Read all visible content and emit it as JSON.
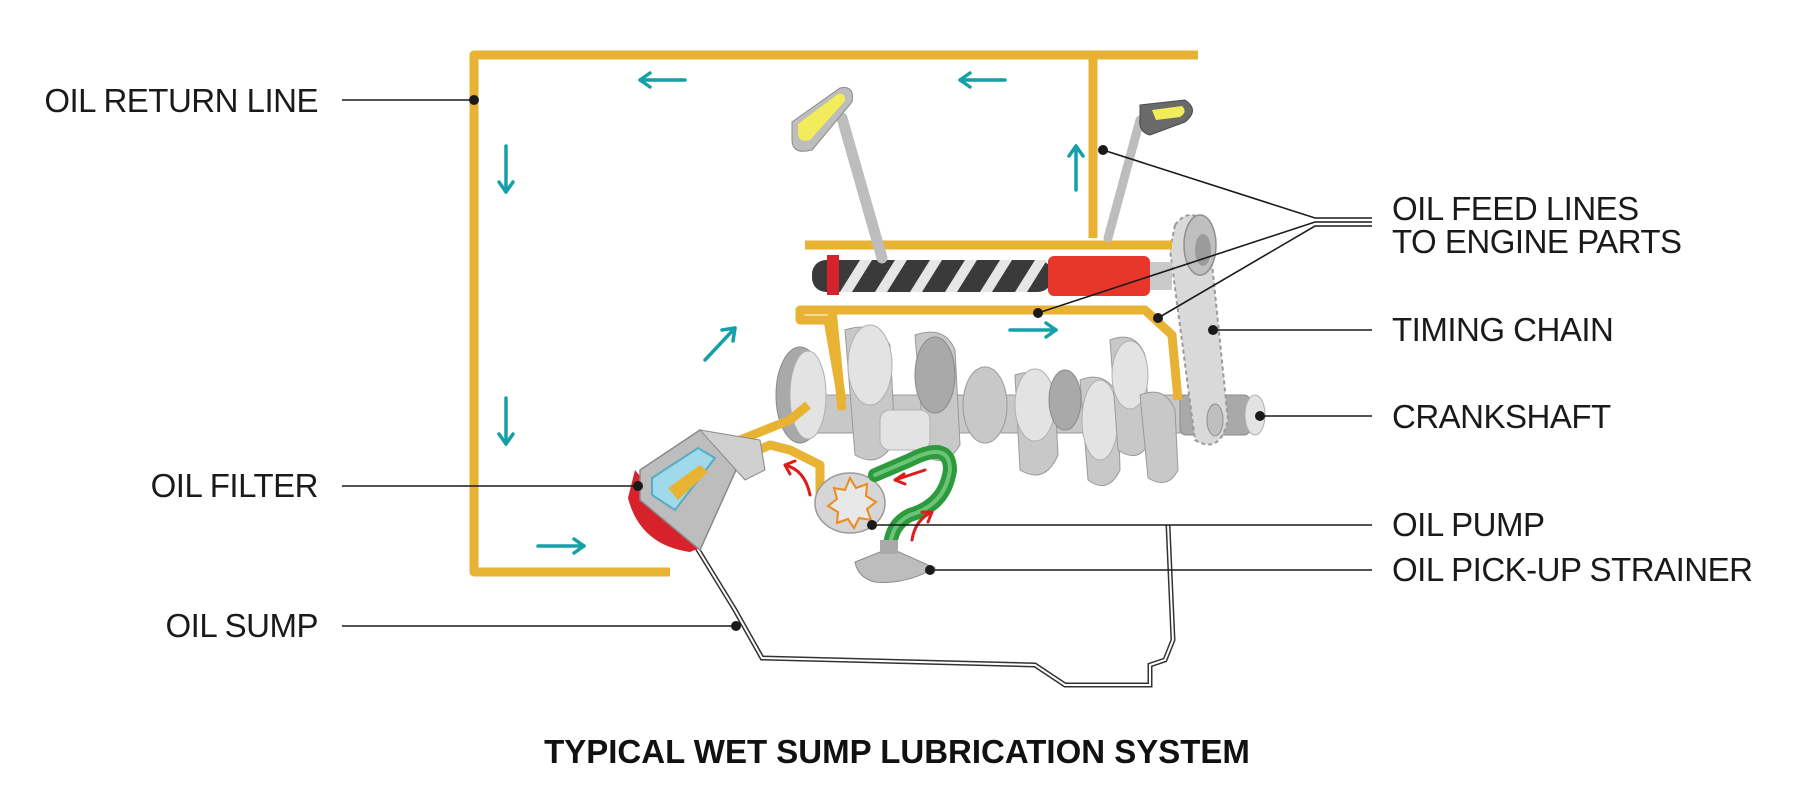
{
  "title": "TYPICAL WET SUMP LUBRICATION SYSTEM",
  "labels": {
    "oil_return_line": "OIL RETURN LINE",
    "oil_feed_lines_1": "OIL FEED LINES",
    "oil_feed_lines_2": "TO ENGINE PARTS",
    "timing_chain": "TIMING CHAIN",
    "crankshaft": "CRANKSHAFT",
    "oil_filter": "OIL FILTER",
    "oil_pump": "OIL PUMP",
    "oil_pickup_strainer": "OIL PICK-UP STRAINER",
    "oil_sump": "OIL SUMP"
  },
  "colors": {
    "oil_line": "#e8b233",
    "flow_arrow": "#159fa8",
    "pump_flow_arrow": "#e01b1b",
    "pickup_tube": "#2e9a3e",
    "filter_element": "#9fd9ea",
    "camshaft_red": "#e8372a",
    "rocker_tip": "#f2ec5a"
  }
}
